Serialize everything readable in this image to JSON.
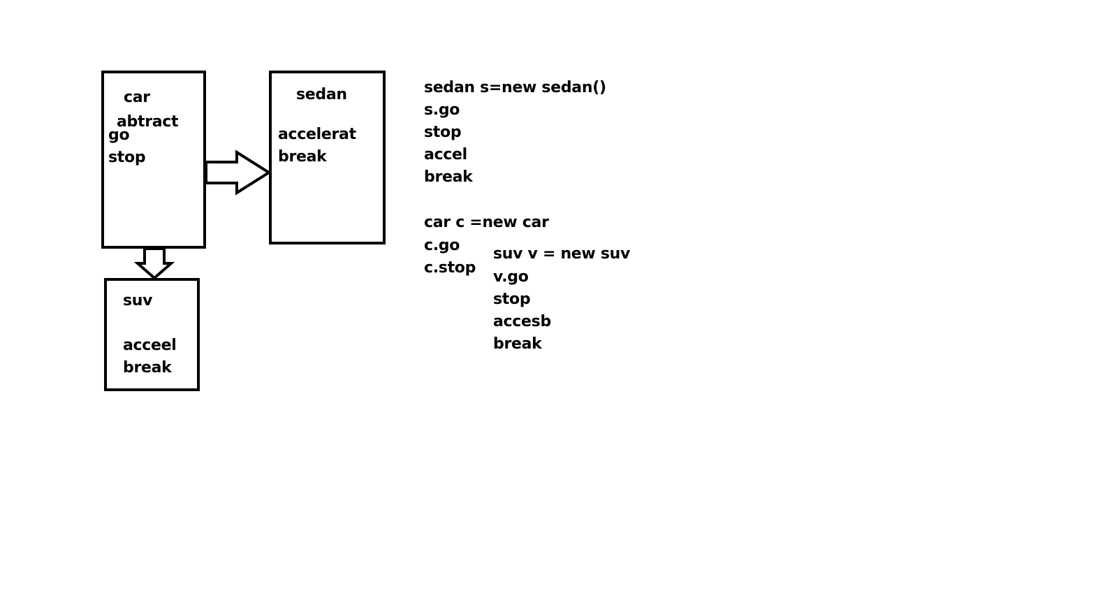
{
  "car_box": {
    "title": "car",
    "subtitle": "abtract",
    "items": [
      "go",
      "stop"
    ]
  },
  "sedan_box": {
    "title": "sedan",
    "items": [
      "accelerat",
      "break"
    ]
  },
  "suv_box": {
    "title": "suv",
    "items": [
      "acceel",
      "break"
    ]
  },
  "code_sedan": [
    "sedan s=new sedan()",
    "s.go",
    "stop",
    "accel",
    "break"
  ],
  "code_car": [
    "car c =new car",
    "c.go",
    "c.stop"
  ],
  "code_suv": [
    "suv v = new suv",
    "v.go",
    "stop",
    "accesb",
    "break"
  ],
  "colors": {
    "stroke": "#000000",
    "background": "#ffffff"
  }
}
